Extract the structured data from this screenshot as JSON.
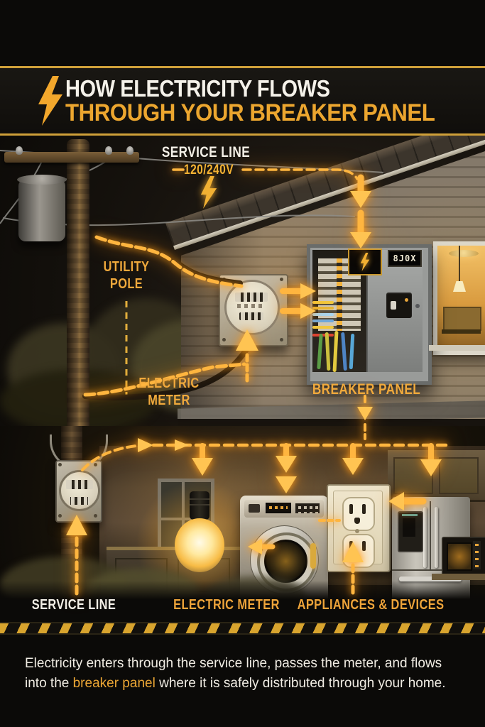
{
  "header": {
    "icon": "lightning-bolt",
    "title_line1": "HOW ELECTRICITY FLOWS",
    "title_line2": "THROUGH YOUR BREAKER PANEL"
  },
  "diagram": {
    "top": {
      "service_line": {
        "label": "SERVICE LINE",
        "voltage": "120/240V"
      },
      "utility_pole_label": "UTILITY POLE",
      "electric_meter_label": "ELECTRIC METER",
      "breaker_panel_label": "BREAKER PANEL",
      "panel_display": "8J0X"
    },
    "bottom": {
      "service_line_label": "SERVICE LINE",
      "electric_meter_label": "ELECTRIC METER",
      "appliances_label": "APPLIANCES & DEVICES"
    }
  },
  "caption": {
    "text_before": "Electricity enters through the service line, passes the meter, and flows into the ",
    "highlight": "breaker panel",
    "text_after": " where it is safely distributed through your home."
  },
  "colors": {
    "accent_yellow": "#F0A93C",
    "glow_amber": "#FFB53F",
    "text_white": "#F3EFE6",
    "background": "#0B0A08"
  }
}
